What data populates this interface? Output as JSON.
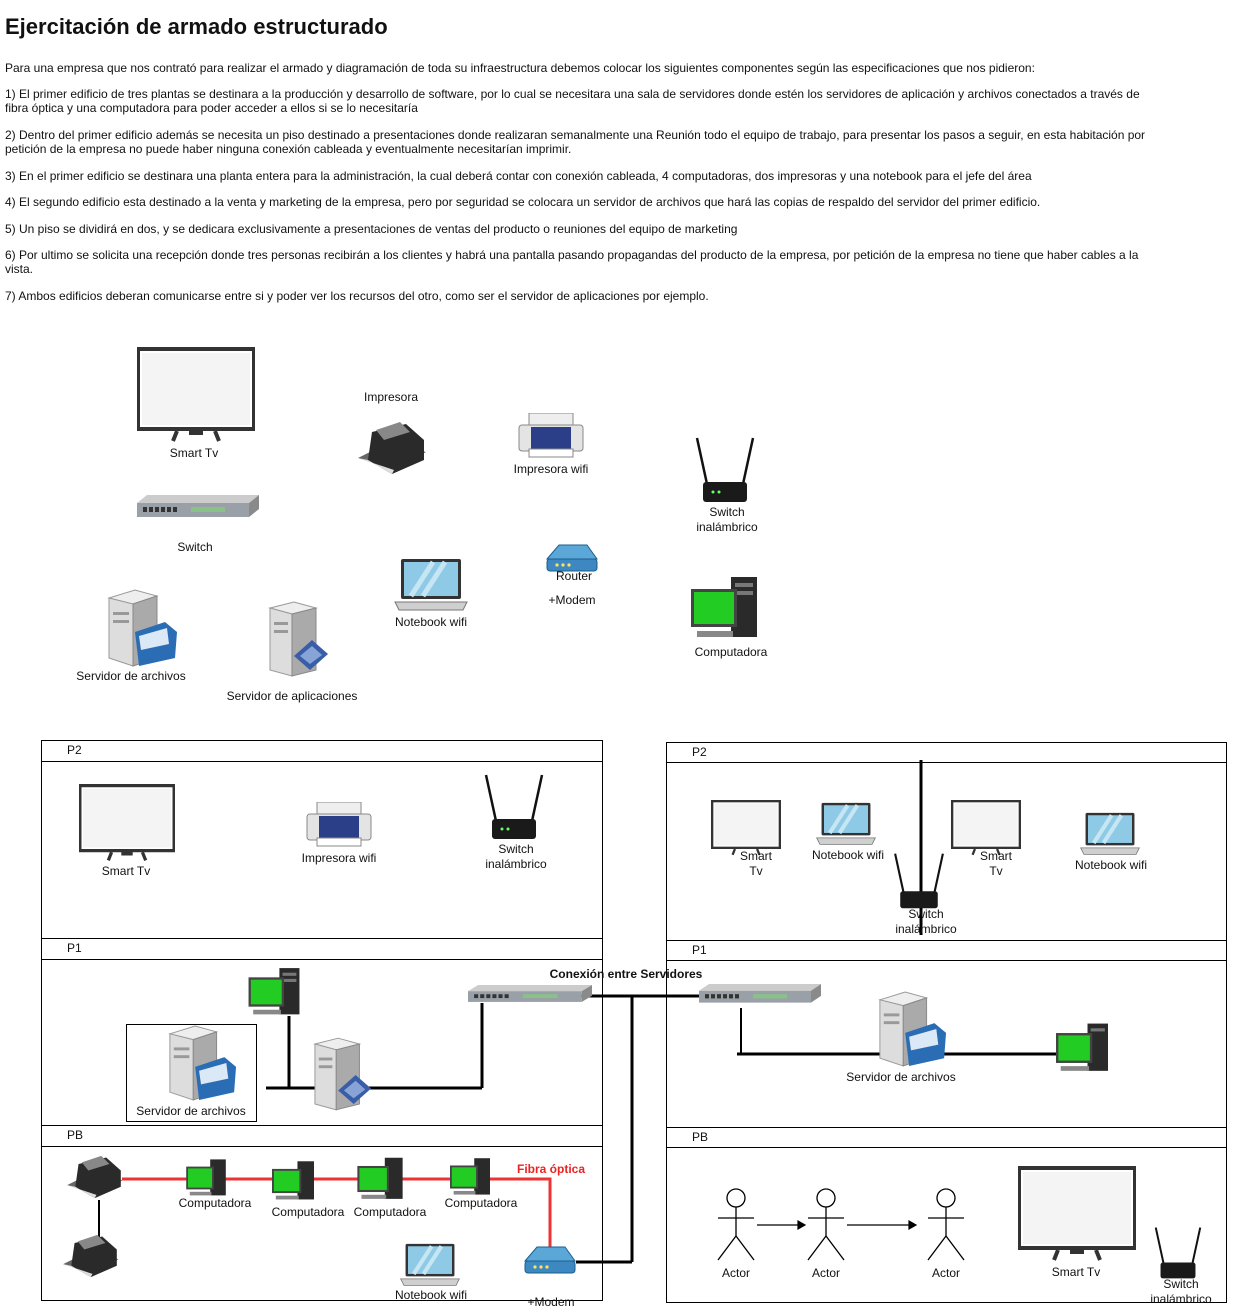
{
  "title": "Ejercitación de armado estructurado",
  "intro": "Para una empresa que  nos contrató para realizar el armado y diagramación de toda su infraestructura debemos colocar los siguientes componentes según las especificaciones que nos pidieron:",
  "requirements": [
    "1) El primer edificio de tres plantas se destinara a la producción y desarrollo de software, por lo cual se necesitara una sala de servidores donde estén los servidores de aplicación y archivos conectados a través de fibra óptica y una computadora para poder acceder a ellos si se lo necesitaría",
    "2) Dentro del primer edificio además se necesita un piso destinado a presentaciones donde realizaran semanalmente una Reunión todo el equipo de trabajo, para presentar los pasos a seguir, en esta habitación por petición de la empresa no puede haber ninguna conexión cableada y eventualmente necesitarían imprimir.",
    "3) En el primer edificio se destinara una planta entera para la administración, la cual deberá contar con conexión cableada, 4 computadoras, dos impresoras y una notebook para el jefe del área",
    "4) El segundo edificio esta destinado a la venta y marketing de la empresa, pero por seguridad se colocara un servidor de archivos que hará las copias de respaldo del servidor del primer edificio.",
    "5) Un piso se dividirá en dos, y se dedicara exclusivamente a presentaciones de ventas del producto o reuniones del equipo de marketing",
    "6) Por ultimo se solicita una recepción donde tres personas recibirán a los clientes y habrá una pantalla pasando propagandas del producto de la empresa, por petición de la empresa no tiene que haber cables a la vista.",
    "7) Ambos edificios deberan comunicarse entre si y poder ver los recursos del otro, como ser el servidor de aplicaciones por ejemplo."
  ],
  "legend": {
    "smart_tv": "Smart Tv",
    "impresora": "Impresora",
    "impresora_wifi": "Impresora wifi",
    "switch_inalambrico": "Switch inalámbrico",
    "switch": "Switch",
    "router": "Router",
    "modem": "+Modem",
    "notebook": "Notebook wifi",
    "computadora": "Computadora",
    "servidor_archivos": "Servidor de archivos",
    "servidor_aplicaciones": "Servidor de aplicaciones"
  },
  "building1": {
    "floors": [
      "P2",
      "P1",
      "PB"
    ],
    "p2": {
      "tv": "Smart Tv",
      "printer": "Impresora wifi",
      "ap": "Switch inalámbrico"
    },
    "p1": {
      "file_server": "Servidor de archivos"
    },
    "pb": {
      "computers": [
        "Computadora",
        "Computadora",
        "Computadora",
        "Computadora"
      ],
      "fiber": "Fibra óptica",
      "notebook": "Notebook wifi",
      "modem": "+Modem"
    }
  },
  "link_label": "Conexión entre Servidores",
  "building2": {
    "floors": [
      "P2",
      "P1",
      "PB"
    ],
    "p2": {
      "tv1": "Smart Tv",
      "notebook1": "Notebook wifi",
      "tv2": "Smart Tv",
      "notebook2": "Notebook wifi",
      "ap": "Switch inalámbrico"
    },
    "p1": {
      "file_server": "Servidor de archivos"
    },
    "pb": {
      "actors": [
        "Actor",
        "Actor",
        "Actor"
      ],
      "tv": "Smart Tv",
      "ap": "Switch inalámbrico"
    }
  },
  "colors": {
    "fiber": "#ee3333",
    "screen": "#22cc22",
    "cable": "#000000"
  }
}
